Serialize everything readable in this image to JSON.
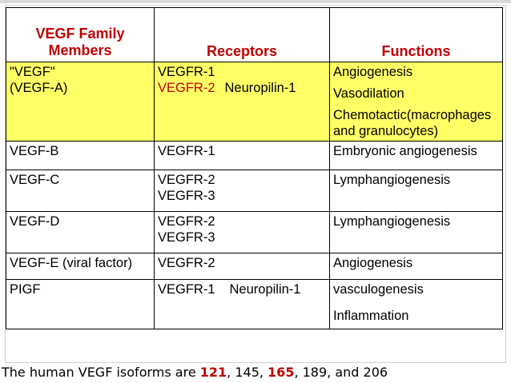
{
  "table": {
    "headers": {
      "family_line1": "VEGF Family",
      "family_line2": "Members",
      "receptors": "Receptors",
      "functions": "Functions"
    },
    "rows": [
      {
        "member": [
          "\"VEGF\"",
          "(VEGF-A)"
        ],
        "receptors": {
          "line1": "VEGFR-1",
          "line2_red": "VEGFR-2",
          "line2_extra": "Neuropilin-1"
        },
        "functions": [
          "Angiogenesis",
          "Vasodilation",
          "Chemotactic(macrophages",
          "and granulocytes)"
        ]
      },
      {
        "member": [
          "VEGF-B"
        ],
        "receptors": [
          "VEGFR-1"
        ],
        "functions": [
          "Embryonic angiogenesis"
        ]
      },
      {
        "member": [
          "VEGF-C"
        ],
        "receptors": [
          "VEGFR-2",
          "VEGFR-3"
        ],
        "functions": [
          "Lymphangiogenesis"
        ]
      },
      {
        "member": [
          "VEGF-D"
        ],
        "receptors": [
          "VEGFR-2",
          "VEGFR-3"
        ],
        "functions": [
          "Lymphangiogenesis"
        ]
      },
      {
        "member": [
          "VEGF-E (viral factor)"
        ],
        "receptors": [
          "VEGFR-2"
        ],
        "functions": [
          "Angiogenesis"
        ]
      },
      {
        "member": [
          "PIGF"
        ],
        "receptors": {
          "line1": "VEGFR-1",
          "line1_extra": "Neuropilin-1"
        },
        "functions": [
          "vasculogenesis",
          "Inflammation"
        ]
      }
    ]
  },
  "footnote": {
    "prefix": "The human VEGF isoforms are ",
    "n1": "121",
    "sep1": ", 145, ",
    "n2": "165",
    "suffix": ", 189, and 206"
  },
  "colors": {
    "header_text": "#c00000",
    "highlight_row": "#ffff66",
    "red_text": "#c00000"
  }
}
